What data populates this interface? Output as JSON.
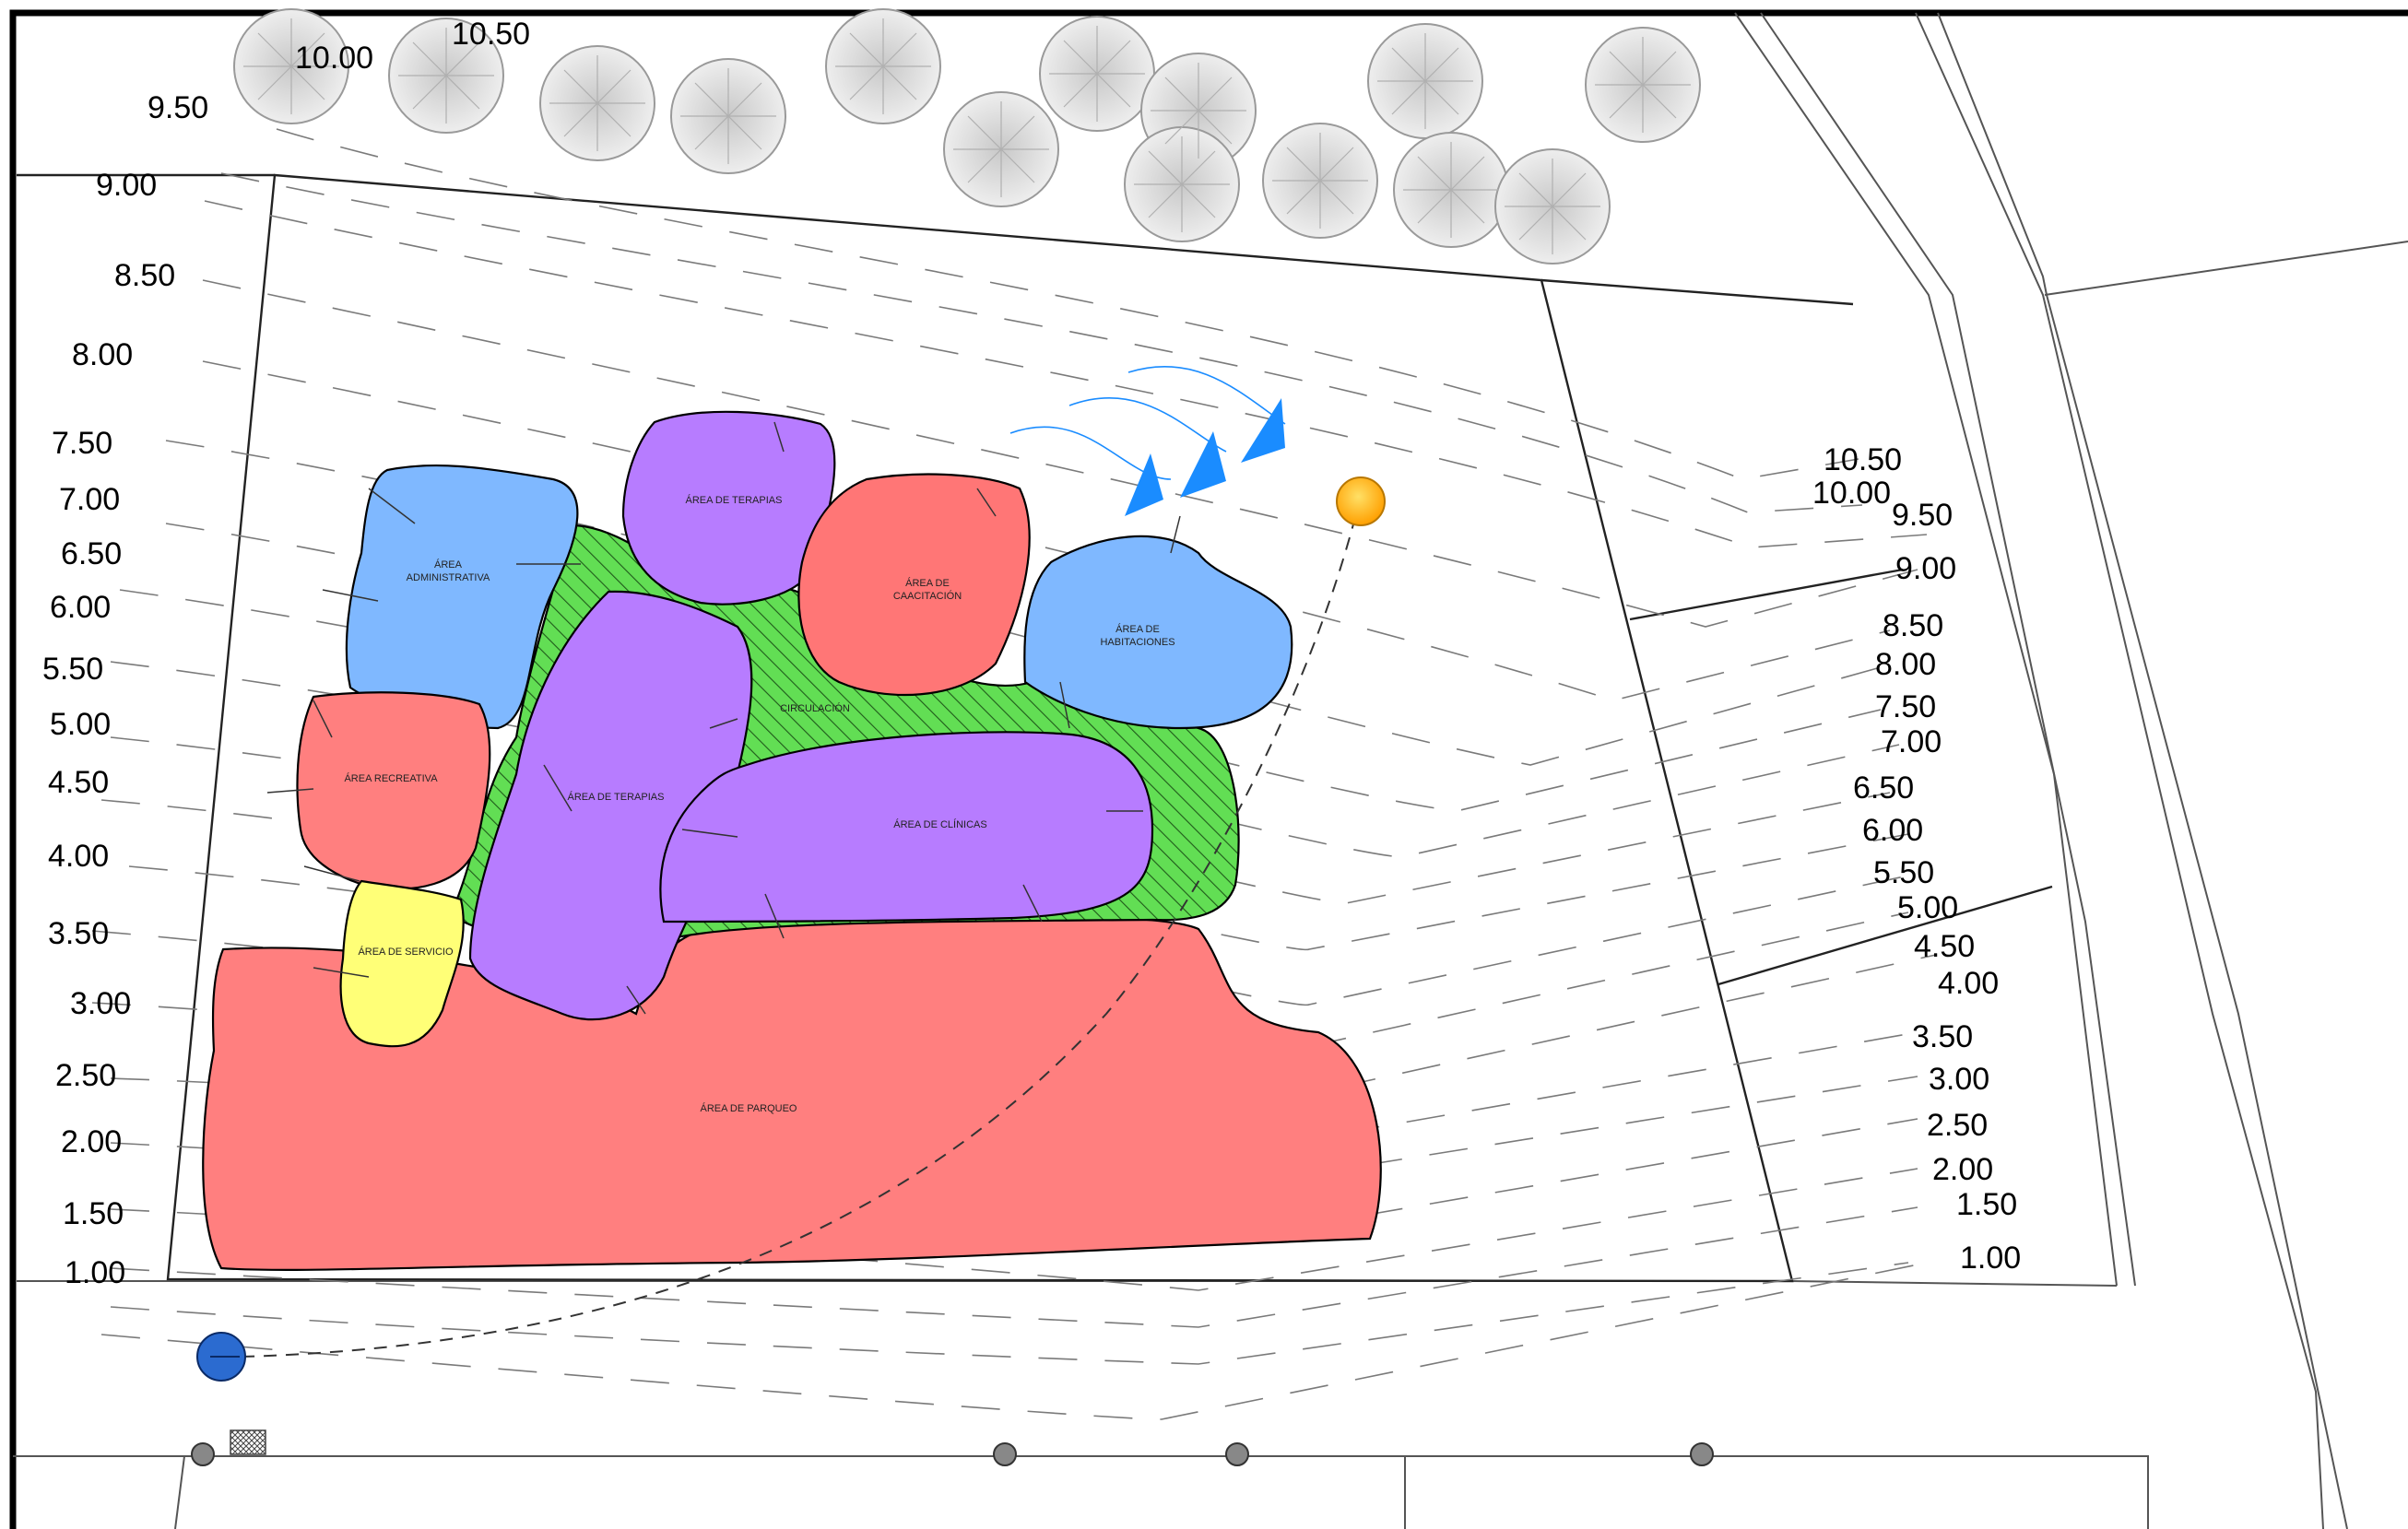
{
  "drawing": {
    "colors": {
      "parking": "#ff7f7f",
      "therapy": "#b77cff",
      "recreation": "#ff7f7f",
      "training": "#ff7676",
      "administrative": "#7fb8ff",
      "rooms": "#7fb8ff",
      "service": "#ffff77",
      "circulation": "#62de54",
      "sun": "#ffb800",
      "wind": "#1a8cff",
      "access_marker": "#2b6bd0"
    },
    "zones": {
      "administrative": "ÁREA\nADMINISTRATIVA",
      "therapy_top": "ÁREA DE TERAPIAS",
      "training": "ÁREA DE\nCAACITACIÓN",
      "rooms": "ÁREA DE\nHABITACIONES",
      "circulation": "CIRCULACIÓN",
      "recreation": "ÁREA RECREATIVA",
      "therapy_main": "ÁREA DE TERAPIAS",
      "clinics": "ÁREA DE CLÍNICAS",
      "service": "ÁREA DE SERVICIO",
      "parking": "ÁREA DE PARQUEO"
    },
    "contours_left": [
      "10.50",
      "10.00",
      "9.50",
      "9.00",
      "8.50",
      "8.00",
      "7.50",
      "7.00",
      "6.50",
      "6.00",
      "5.50",
      "5.00",
      "4.50",
      "4.00",
      "3.50",
      "3.00",
      "2.50",
      "2.00",
      "1.50",
      "1.00"
    ],
    "contours_right": [
      "10.50",
      "10.00",
      "9.50",
      "9.00",
      "8.50",
      "8.00",
      "7.50",
      "7.00",
      "6.50",
      "6.00",
      "5.50",
      "5.00",
      "4.50",
      "4.00",
      "3.50",
      "3.00",
      "2.50",
      "2.00",
      "1.50",
      "1.00"
    ],
    "symbols": {
      "north_trees": "tree-icon",
      "sun": "sun-icon",
      "wind": "wind-arrow-icon",
      "access": "access-point-icon",
      "poles": "utility-pole-icon",
      "drain": "drain-grate-icon"
    }
  }
}
